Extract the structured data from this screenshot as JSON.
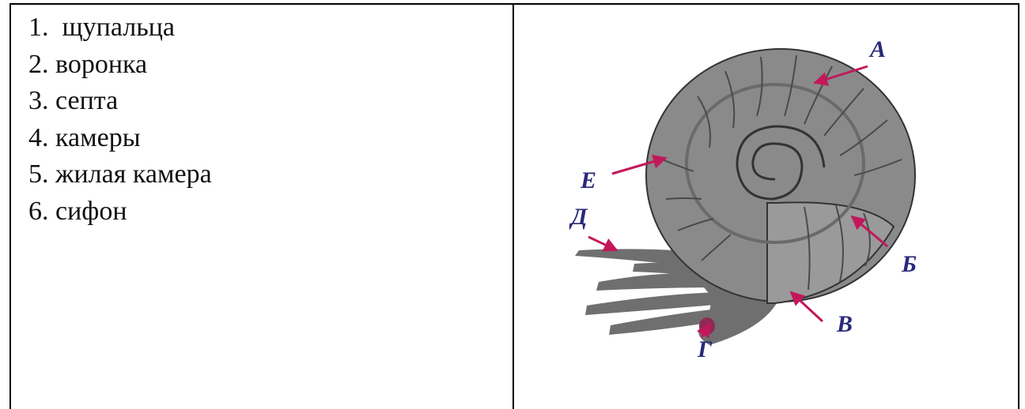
{
  "legend": {
    "items": [
      "1.  щупальца",
      "2. воронка",
      "3. септа",
      "4. камеры",
      "5. жилая камера",
      "6. сифон"
    ]
  },
  "diagram": {
    "labels": {
      "a": "А",
      "b": "Б",
      "v": "В",
      "g": "Г",
      "d": "Д",
      "e": "Е"
    },
    "colors": {
      "shell": "#8a8a8a",
      "lines": "#4a4a4a",
      "arrows": "#c2185b",
      "labels": "#2a2a7a"
    }
  }
}
